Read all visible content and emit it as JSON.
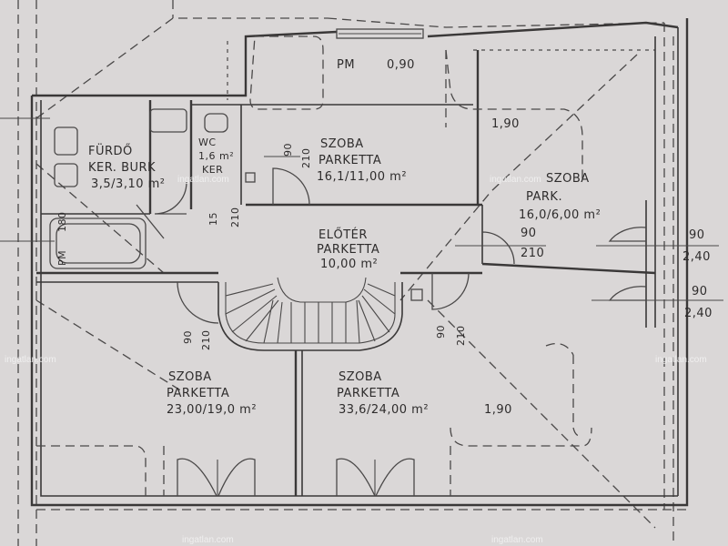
{
  "rooms": {
    "top_strip": {
      "label_a": "PM",
      "label_b": "0,90"
    },
    "bathroom": {
      "name": "FÜRDŐ",
      "floor": "KER. BURK",
      "area": "3,5/3,10 m²",
      "dim": "180",
      "pm": "PM"
    },
    "wc": {
      "name": "WC",
      "area": "1,6 m²",
      "floor": "KER"
    },
    "room_small": {
      "name": "SZOBA",
      "floor": "PARKETTA",
      "area": "16,1/11,00 m²",
      "door": "90",
      "door_h": "210"
    },
    "room_right": {
      "name": "SZOBA",
      "floor": "PARK.",
      "area": "16,0/6,00 m²",
      "dim": "1,90"
    },
    "hall": {
      "name": "ELŐTÉR",
      "floor": "PARKETTA",
      "area": "10,00 m²",
      "door": "90",
      "door_h": "210"
    },
    "room_left": {
      "name": "SZOBA",
      "floor": "PARKETTA",
      "area": "23,00/19,0 m²",
      "door": "90",
      "door_h": "210"
    },
    "room_big": {
      "name": "SZOBA",
      "floor": "PARKETTA",
      "area": "33,6/24,00 m²",
      "dim": "1,90",
      "door": "90",
      "door_h": "210"
    },
    "window_right_1": {
      "top": "90",
      "bottom": "2,40"
    },
    "window_right_2": {
      "top": "90",
      "bottom": "2,40"
    },
    "wc_door": {
      "a": "15",
      "b": "210"
    }
  },
  "watermark": "ingatlan.com"
}
